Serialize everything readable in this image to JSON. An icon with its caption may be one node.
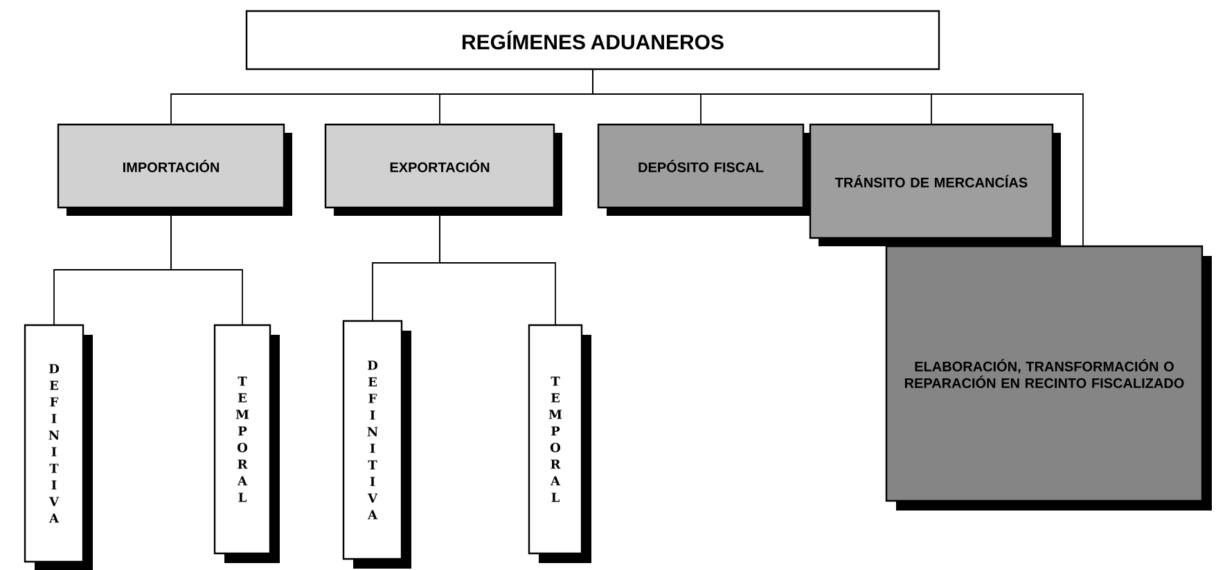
{
  "diagram": {
    "nodes": [
      {
        "text": [
          "REGÍMENES ADUANEROS"
        ]
      },
      {
        "text": [
          "IMPORTACIÓN"
        ]
      },
      {
        "text": [
          "EXPORTACIÓN"
        ]
      },
      {
        "text": [
          "DEPÓSITO FISCAL"
        ]
      },
      {
        "text": [
          "TRÁNSITO DE MERCANCÍAS"
        ]
      },
      {
        "text": [
          "ELABORACIÓN, TRANSFORMACIÓN O REPARACIÓN EN RECINTO FISCALIZADO"
        ]
      },
      {
        "text": [
          "DEFINITIVA"
        ]
      },
      {
        "text": [
          "TEMPORAL"
        ]
      },
      {
        "text": [
          "DEFINITIVA"
        ]
      },
      {
        "text": [
          "TEMPORAL"
        ]
      }
    ],
    "edges": [
      {
        "from": 0,
        "to": 1,
        "arrow": "none"
      },
      {
        "from": 0,
        "to": 2,
        "arrow": "none"
      },
      {
        "from": 0,
        "to": 3,
        "arrow": "none"
      },
      {
        "from": 0,
        "to": 4,
        "arrow": "none"
      },
      {
        "from": 0,
        "to": 5,
        "arrow": "none"
      },
      {
        "from": 1,
        "to": 6,
        "arrow": "none"
      },
      {
        "from": 1,
        "to": 7,
        "arrow": "none"
      },
      {
        "from": 2,
        "to": 8,
        "arrow": "none"
      },
      {
        "from": 2,
        "to": 9,
        "arrow": "none"
      }
    ]
  }
}
